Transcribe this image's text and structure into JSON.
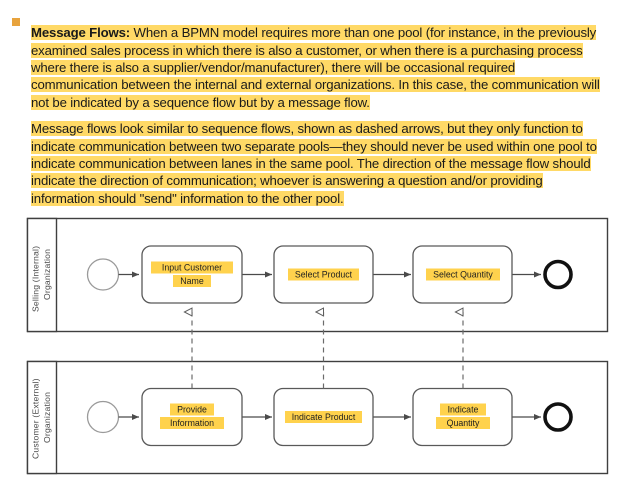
{
  "article": {
    "bullet_icon": "square-bullet-icon",
    "paragraph_1": {
      "lead_label": "Message Flows:",
      "body": " When a BPMN model requires more than one pool (for instance, in the previously examined sales process in which there is also a customer, or when there is a purchasing process where there is also a supplier/vendor/manufacturer), there will be occasional required communication between the internal and external organizations. In this case, the communication will not be indicated by a sequence flow but by a message flow."
    },
    "paragraph_2": {
      "body": "Message flows look similar to sequence flows, shown as dashed arrows, but they only function to indicate communication between two separate pools—they should never be used within one pool to indicate communication between lanes in the same pool. The direction of the message flow should indicate the direction of communication; whoever is answering a question and/or providing information should \"send\" information to the other pool."
    },
    "highlight_color": "#ffd966",
    "bullet_color": "#e8a33d"
  },
  "diagram": {
    "type": "bpmn-collaboration",
    "pools": [
      {
        "id": "pool-selling",
        "label_line_1": "Selling (Internal)",
        "label_line_2": "Organization",
        "start_event": {
          "name": "start-event",
          "shape": "thin-circle"
        },
        "tasks": [
          {
            "id": "task-input-customer-name",
            "label_line_1": "Input Customer",
            "label_line_2": "Name"
          },
          {
            "id": "task-select-product",
            "label_line_1": "Select Product",
            "label_line_2": ""
          },
          {
            "id": "task-select-quantity",
            "label_line_1": "Select Quantity",
            "label_line_2": ""
          }
        ],
        "end_event": {
          "name": "end-event",
          "shape": "thick-circle"
        }
      },
      {
        "id": "pool-customer",
        "label_line_1": "Customer (External)",
        "label_line_2": "Organization",
        "start_event": {
          "name": "start-event",
          "shape": "thin-circle"
        },
        "tasks": [
          {
            "id": "task-provide-information",
            "label_line_1": "Provide",
            "label_line_2": "Information"
          },
          {
            "id": "task-indicate-product",
            "label_line_1": "Indicate Product",
            "label_line_2": ""
          },
          {
            "id": "task-indicate-quantity",
            "label_line_1": "Indicate",
            "label_line_2": "Quantity"
          }
        ],
        "end_event": {
          "name": "end-event",
          "shape": "thick-circle"
        }
      }
    ],
    "message_flows": [
      {
        "from": "task-provide-information",
        "to": "task-input-customer-name",
        "style": "dashed-open-arrow"
      },
      {
        "from": "task-indicate-product",
        "to": "task-select-product",
        "style": "dashed-open-arrow"
      },
      {
        "from": "task-indicate-quantity",
        "to": "task-select-quantity",
        "style": "dashed-open-arrow"
      }
    ],
    "colors": {
      "pool_border": "#3a3a3a",
      "task_border": "#595959",
      "sequence_flow": "#4a4a4a",
      "message_flow": "#6b6b6b",
      "label_highlight": "#ffd24d",
      "end_event": "#111111",
      "start_event": "#9a9a9a"
    }
  }
}
